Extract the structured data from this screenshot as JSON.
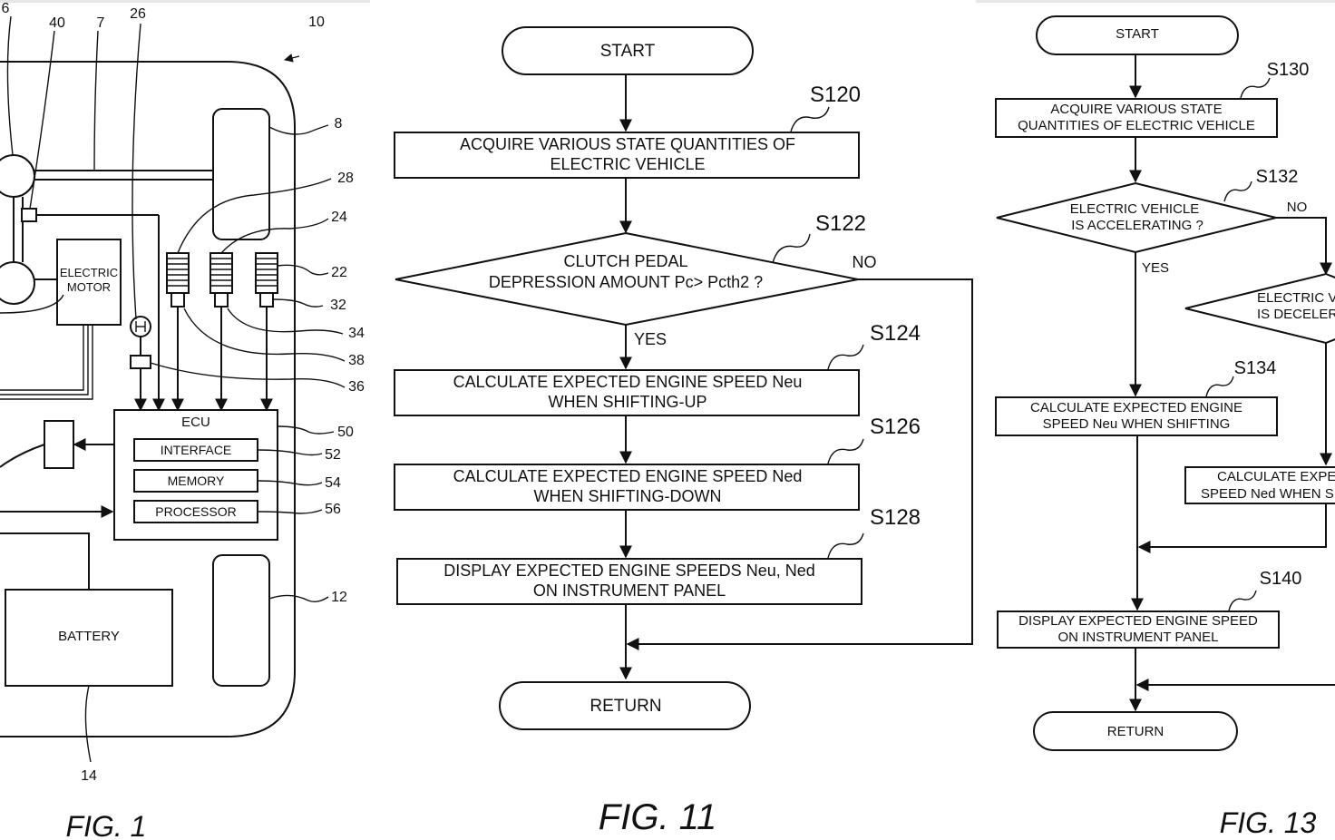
{
  "fig1": {
    "caption": "FIG. 1",
    "labels": {
      "electric_motor_1": "ELECTRIC",
      "electric_motor_2": "MOTOR",
      "ecu": "ECU",
      "interface": "INTERFACE",
      "memory": "MEMORY",
      "processor": "PROCESSOR",
      "battery": "BATTERY"
    },
    "refs": {
      "r6": "6",
      "r40": "40",
      "r7": "7",
      "r26": "26",
      "r10": "10",
      "r8": "8",
      "r28": "28",
      "r24": "24",
      "r22": "22",
      "r32": "32",
      "r34": "34",
      "r38": "38",
      "r36": "36",
      "r50": "50",
      "r52": "52",
      "r54": "54",
      "r56": "56",
      "r12": "12",
      "r14": "14"
    }
  },
  "fig11": {
    "caption": "FIG. 11",
    "start": "START",
    "s120": {
      "label": "S120",
      "line1": "ACQUIRE VARIOUS STATE QUANTITIES OF",
      "line2": "ELECTRIC VEHICLE"
    },
    "s122": {
      "label": "S122",
      "line1": "CLUTCH PEDAL",
      "line2": "DEPRESSION AMOUNT Pc> Pcth2 ?"
    },
    "yes": "YES",
    "no": "NO",
    "s124": {
      "label": "S124",
      "line1": "CALCULATE EXPECTED ENGINE SPEED Neu",
      "line2": "WHEN SHIFTING-UP"
    },
    "s126": {
      "label": "S126",
      "line1": "CALCULATE EXPECTED ENGINE SPEED Ned",
      "line2": "WHEN SHIFTING-DOWN"
    },
    "s128": {
      "label": "S128",
      "line1": "DISPLAY EXPECTED ENGINE SPEEDS Neu, Ned",
      "line2": "ON INSTRUMENT PANEL"
    },
    "return": "RETURN"
  },
  "fig13": {
    "caption": "FIG. 13",
    "start": "START",
    "s130": {
      "label": "S130",
      "line1": "ACQUIRE VARIOUS STATE",
      "line2": "QUANTITIES OF ELECTRIC VEHICLE"
    },
    "s132": {
      "label": "S132",
      "line1": "ELECTRIC VEHICLE",
      "line2": "IS ACCELERATING ?"
    },
    "yes": "YES",
    "no": "NO",
    "s136_partial": {
      "line1": "ELECTRIC V",
      "line2": "IS DECELER"
    },
    "s134": {
      "label": "S134",
      "line1": "CALCULATE EXPECTED ENGINE",
      "line2": "SPEED Neu WHEN SHIFTING"
    },
    "s138_partial": {
      "line1": "CALCULATE EXPE",
      "line2": "SPEED Ned WHEN S"
    },
    "s140": {
      "label": "S140",
      "line1": "DISPLAY EXPECTED ENGINE SPEED",
      "line2": "ON INSTRUMENT PANEL"
    },
    "return": "RETURN"
  }
}
